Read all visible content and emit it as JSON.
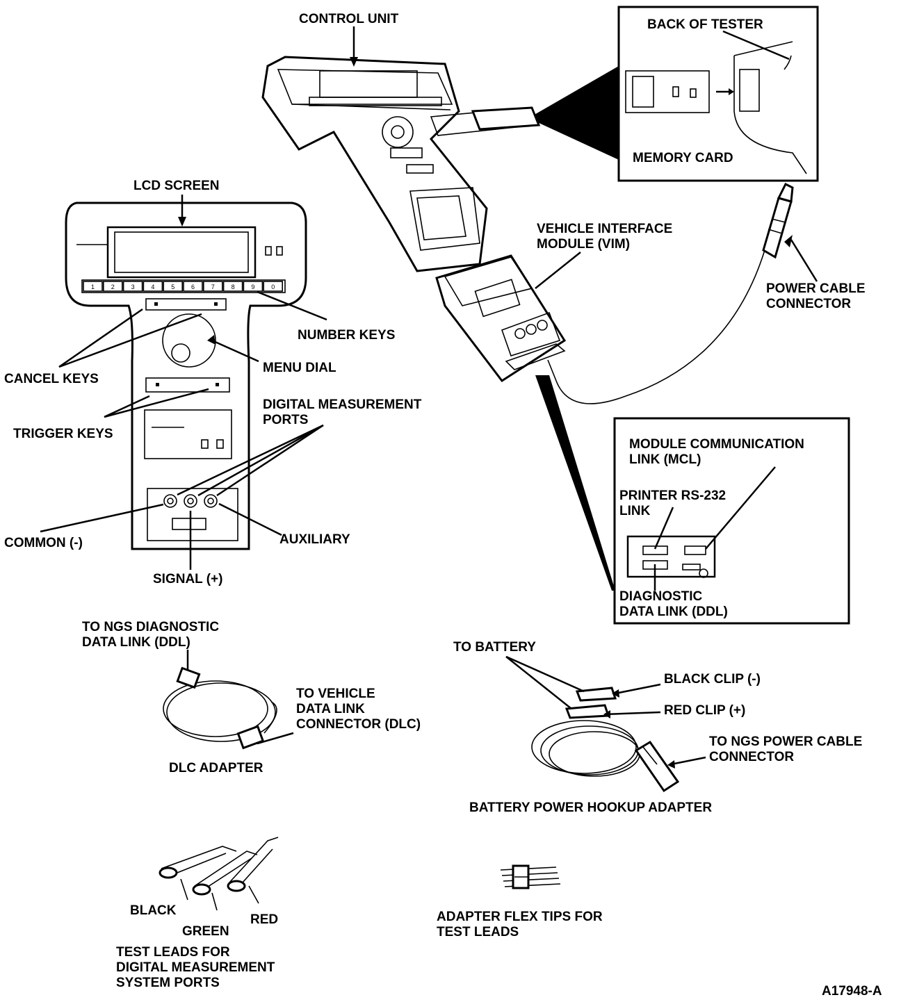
{
  "labels": {
    "control_unit": "CONTROL UNIT",
    "back_of_tester": "BACK OF TESTER",
    "memory_card": "MEMORY CARD",
    "lcd_screen": "LCD SCREEN",
    "vim_1": "VEHICLE INTERFACE",
    "vim_2": "MODULE (VIM)",
    "power_cable_1": "POWER CABLE",
    "power_cable_2": "CONNECTOR",
    "number_keys": "NUMBER KEYS",
    "cancel_keys": "CANCEL KEYS",
    "menu_dial": "MENU DIAL",
    "dmp_1": "DIGITAL MEASUREMENT",
    "dmp_2": "PORTS",
    "trigger_keys": "TRIGGER KEYS",
    "mcl_1": "MODULE COMMUNICATION",
    "mcl_2": "LINK (MCL)",
    "printer_1": "PRINTER RS-232",
    "printer_2": "LINK",
    "common": "COMMON (-)",
    "auxiliary": "AUXILIARY",
    "signal": "SIGNAL (+)",
    "ddl_1": "DIAGNOSTIC",
    "ddl_2": "DATA LINK (DDL)",
    "to_ngs_ddl_1": "TO NGS DIAGNOSTIC",
    "to_ngs_ddl_2": "DATA LINK (DDL)",
    "to_battery": "TO BATTERY",
    "black_clip": "BLACK CLIP (-)",
    "red_clip": "RED CLIP (+)",
    "to_vehicle_1": "TO VEHICLE",
    "to_vehicle_2": "DATA LINK",
    "to_vehicle_3": "CONNECTOR (DLC)",
    "to_ngs_power_1": "TO NGS POWER CABLE",
    "to_ngs_power_2": "CONNECTOR",
    "dlc_adapter": "DLC ADAPTER",
    "battery_adapter": "BATTERY POWER HOOKUP ADAPTER",
    "lead_black": "BLACK",
    "lead_red": "RED",
    "lead_green": "GREEN",
    "test_leads_1": "TEST LEADS FOR",
    "test_leads_2": "DIGITAL MEASUREMENT",
    "test_leads_3": "SYSTEM PORTS",
    "flex_tips_1": "ADAPTER FLEX TIPS FOR",
    "flex_tips_2": "TEST LEADS",
    "figure_id": "A17948-A"
  },
  "number_key_labels": [
    "1",
    "2",
    "3",
    "4",
    "5",
    "6",
    "7",
    "8",
    "9",
    "0"
  ]
}
